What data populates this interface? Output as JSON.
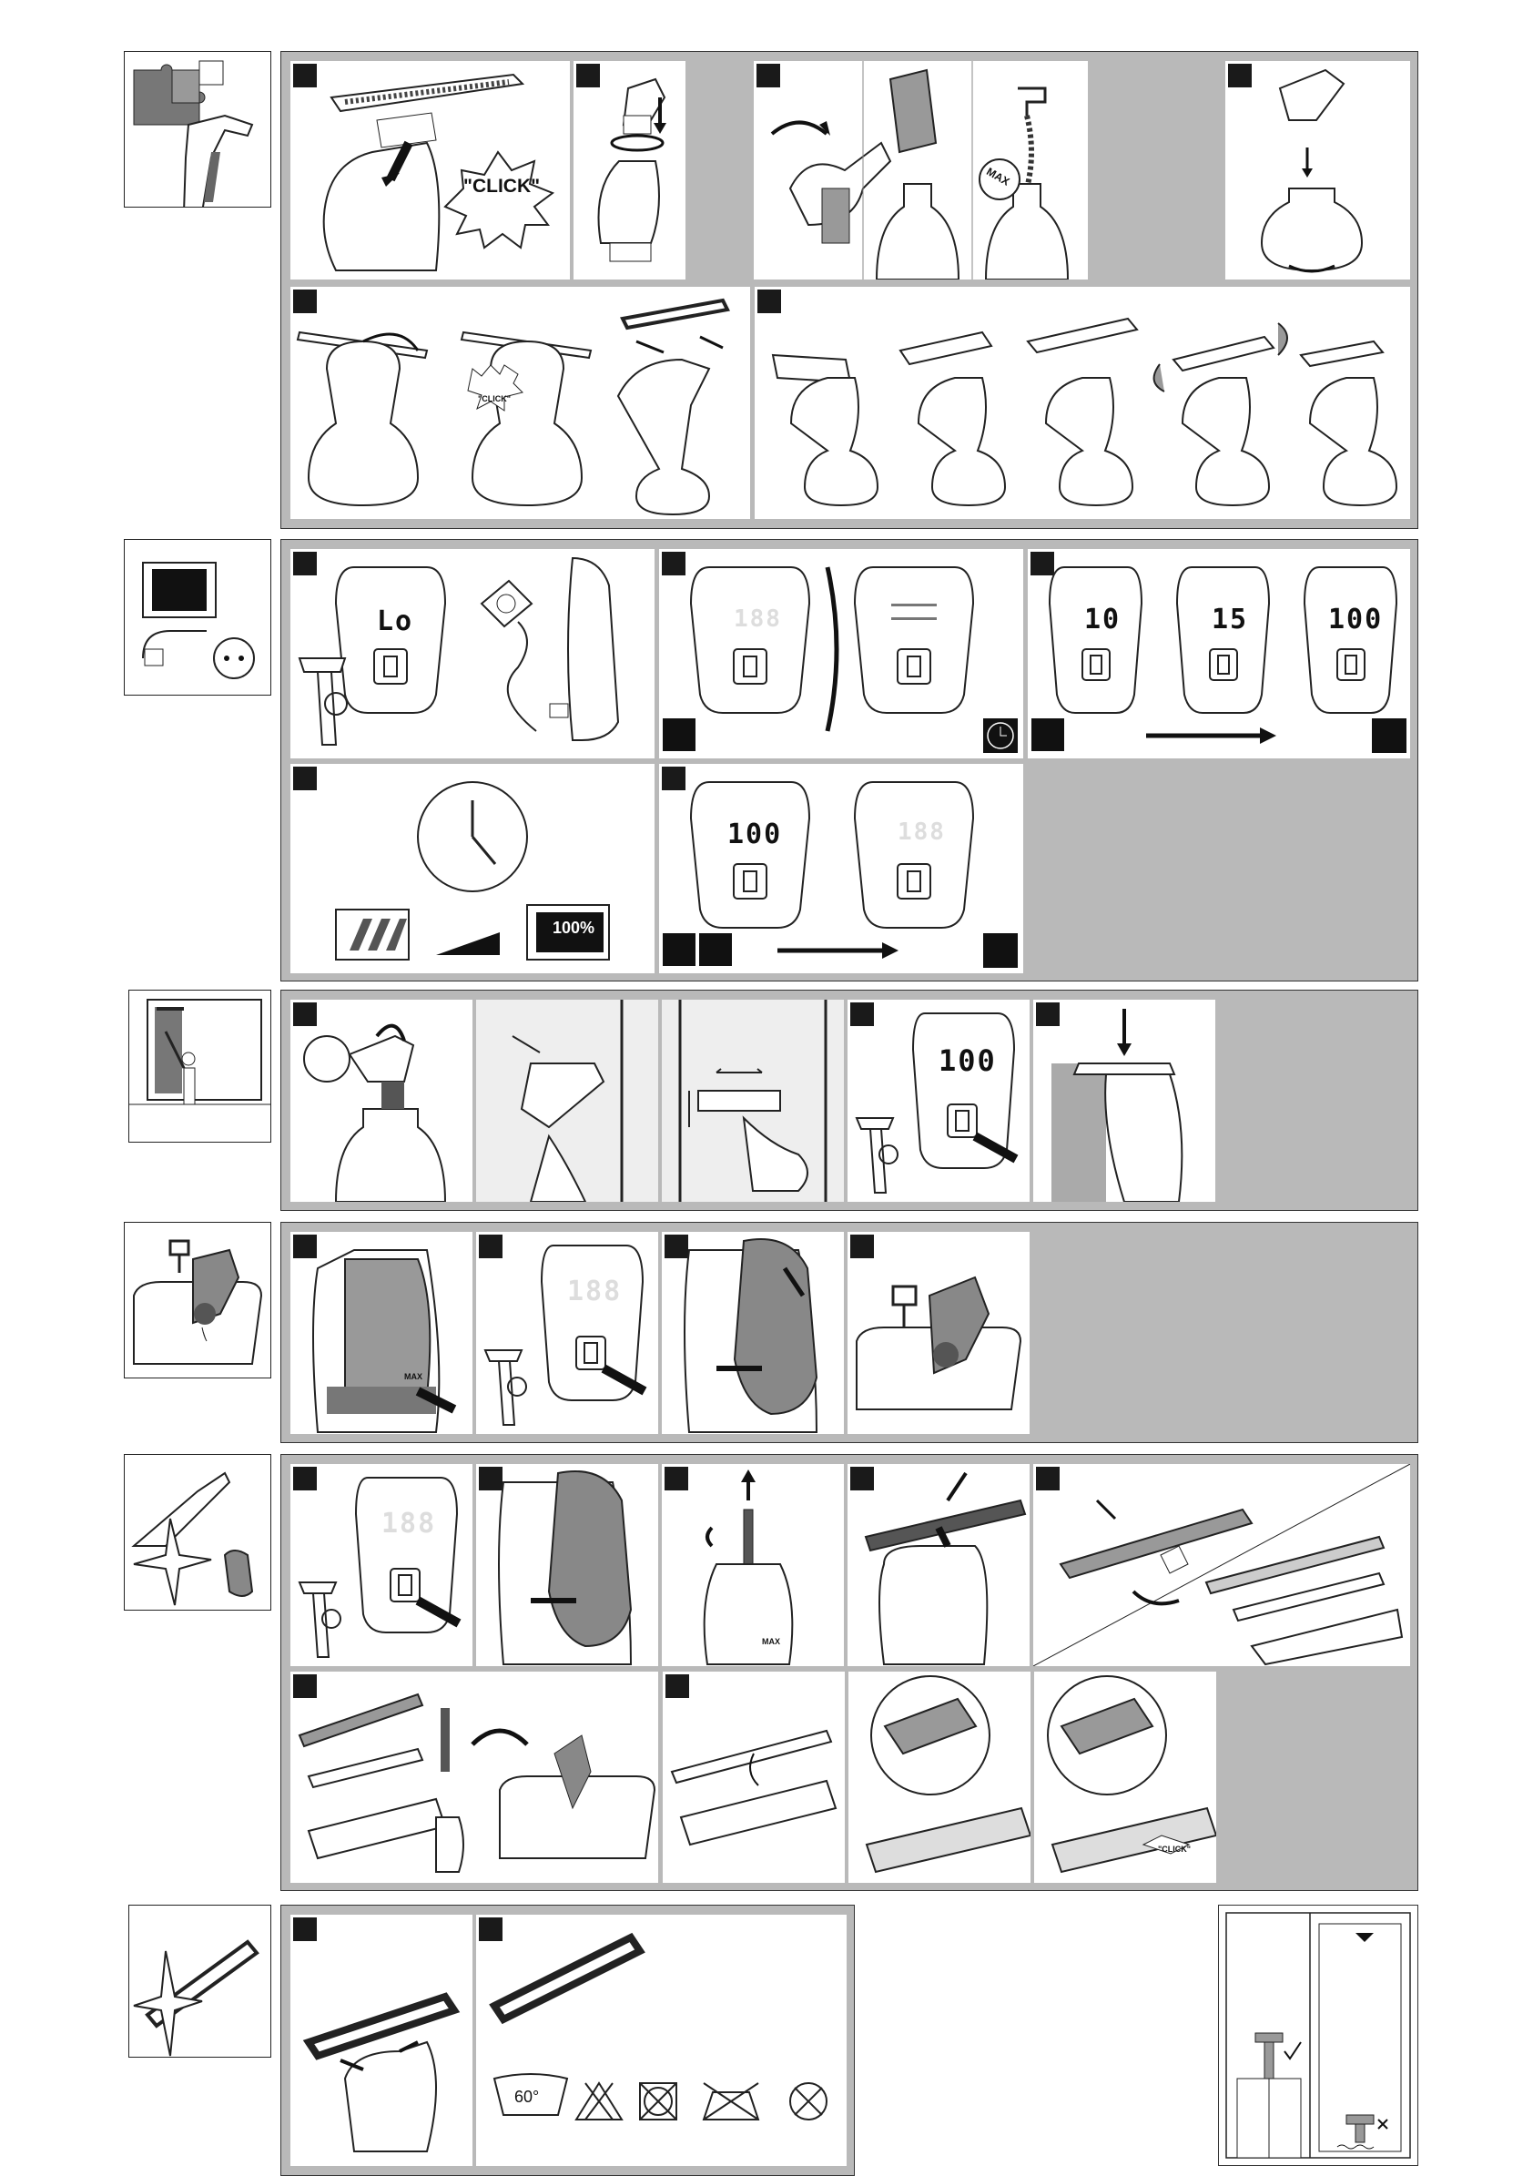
{
  "labels": {
    "click": "\"CLICK\"",
    "click_small": "\"CLICK\"",
    "click_cleaning": "\"CLICK\"",
    "max": "MAX",
    "lo": "Lo",
    "d188": "188",
    "d10": "10",
    "d15": "15",
    "d100": "100",
    "battery_full": "100%",
    "wash_temp": "60°"
  },
  "colors": {
    "section_bg": "#b9b9b9",
    "panel_bg": "#ffffff",
    "ink": "#1a1a1a",
    "shade": "#8a8a8a"
  }
}
